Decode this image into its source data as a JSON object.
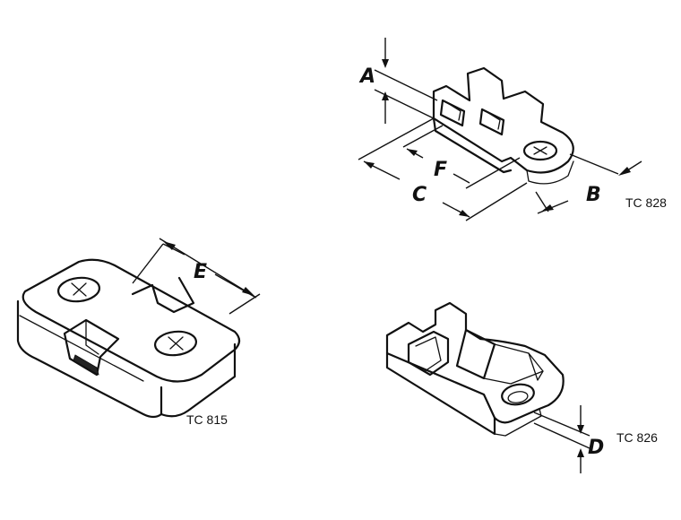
{
  "parts": {
    "tc815": {
      "caption": "TC 815",
      "dimensions": {
        "e": "E"
      }
    },
    "tc828": {
      "caption": "TC 828",
      "dimensions": {
        "a": "A",
        "b": "B",
        "c": "C",
        "f": "F"
      }
    },
    "tc826": {
      "caption": "TC 826",
      "dimensions": {
        "d": "D"
      }
    }
  }
}
